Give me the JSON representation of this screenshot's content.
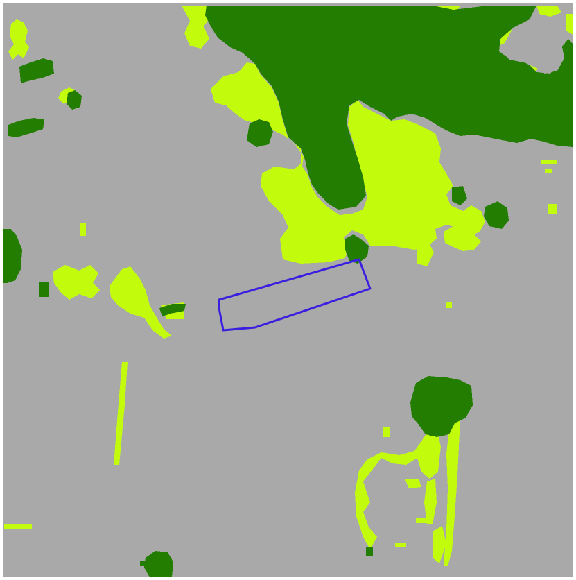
{
  "map": {
    "type": "land-cover-classification",
    "legend": [],
    "colors": {
      "background": "#a9a9a9",
      "tree_cover": "#237d00",
      "low_vegetation": "#c2fc0c",
      "selection_outline": "#3a1fe0"
    },
    "classes": [
      "background",
      "tree_cover",
      "low_vegetation"
    ],
    "annotation": {
      "kind": "polygon-selection",
      "stroke_color": "#3a1fe0"
    }
  }
}
